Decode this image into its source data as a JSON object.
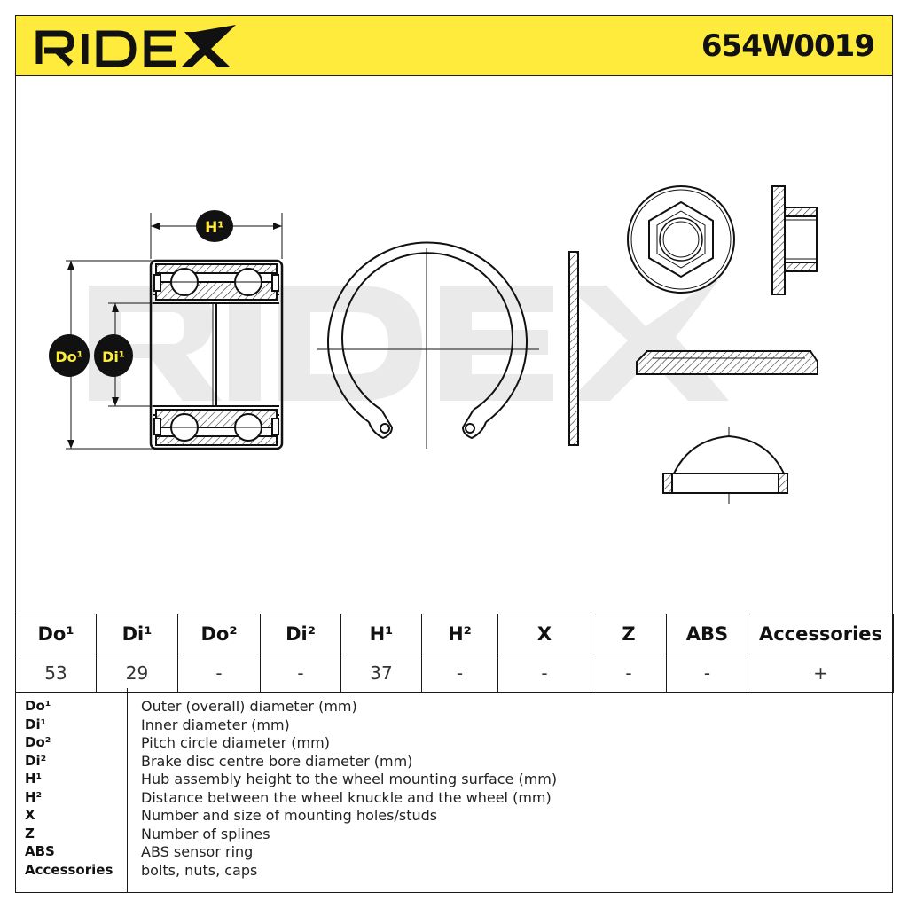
{
  "header": {
    "brand": "RIDEX",
    "part_number": "654W0019",
    "colors": {
      "header_bg": "#ffeb3b",
      "badge_bg": "#111111",
      "badge_text": "#ffeb3b"
    }
  },
  "drawing": {
    "watermark": "RIDEX",
    "labels": {
      "H1": "H¹",
      "Do1": "Do¹",
      "Di1": "Di¹"
    }
  },
  "spec_table": {
    "headers": [
      "Do¹",
      "Di¹",
      "Do²",
      "Di²",
      "H¹",
      "H²",
      "X",
      "Z",
      "ABS",
      "Accessories"
    ],
    "values": [
      "53",
      "29",
      "-",
      "-",
      "37",
      "-",
      "-",
      "-",
      "-",
      "+"
    ]
  },
  "legend": [
    {
      "key": "Do¹",
      "desc": "Outer (overall) diameter (mm)"
    },
    {
      "key": "Di¹",
      "desc": "Inner diameter (mm)"
    },
    {
      "key": "Do²",
      "desc": "Pitch circle diameter (mm)"
    },
    {
      "key": "Di²",
      "desc": "Brake disc centre bore diameter (mm)"
    },
    {
      "key": "H¹",
      "desc": "Hub assembly height to the wheel mounting surface (mm)"
    },
    {
      "key": "H²",
      "desc": "Distance between the wheel knuckle and the wheel (mm)"
    },
    {
      "key": "X",
      "desc": "Number and size of mounting holes/studs"
    },
    {
      "key": "Z",
      "desc": "Number of splines"
    },
    {
      "key": "ABS",
      "desc": "ABS sensor ring"
    },
    {
      "key": "Accessories",
      "desc": "bolts, nuts, caps"
    }
  ]
}
